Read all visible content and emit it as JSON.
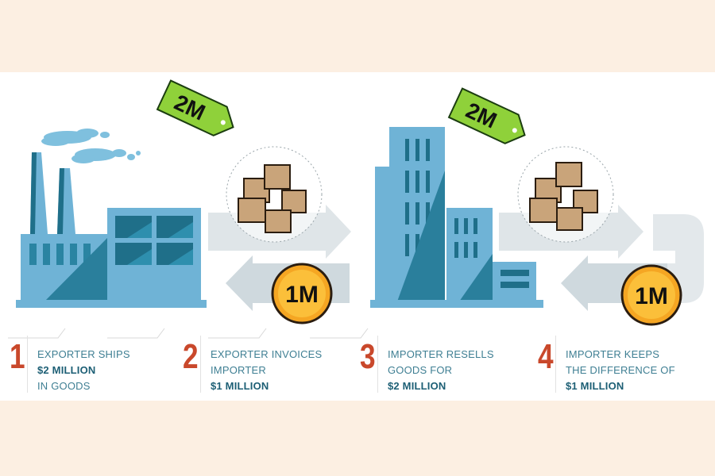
{
  "tags": {
    "first": "2M",
    "second": "2M"
  },
  "coins": {
    "first": "1M",
    "second": "1M"
  },
  "steps": [
    {
      "number": "1",
      "line1": "EXPORTER SHIPS",
      "line2": "$2 MILLION",
      "line3": "IN GOODS"
    },
    {
      "number": "2",
      "line1": "EXPORTER INVOICES",
      "line2": "IMPORTER",
      "line3": "$1 MILLION"
    },
    {
      "number": "3",
      "line1": "IMPORTER RESELLS",
      "line2": "GOODS FOR",
      "line3": "$2 MILLION"
    },
    {
      "number": "4",
      "line1": "IMPORTER KEEPS",
      "line2": "THE DIFFERENCE OF",
      "line3": "$1 MILLION"
    }
  ],
  "colors": {
    "building": "#6fb3d6",
    "building_dark": "#1f6f89",
    "tag": "#8fd13a",
    "coin": "#f5a623",
    "number": "#c9482b",
    "text": "#3f7f93"
  }
}
